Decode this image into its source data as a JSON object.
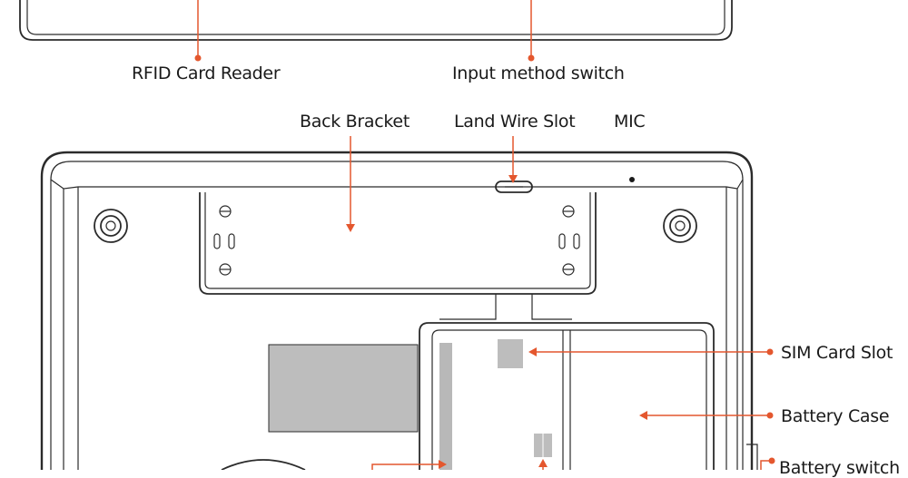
{
  "accent_color": "#e4572e",
  "labels": {
    "rfid_card_reader": "RFID Card Reader",
    "input_method_switch": "Input method switch",
    "back_bracket": "Back Bracket",
    "land_wire_slot": "Land Wire Slot",
    "mic": "MIC",
    "sim_card_slot": "SIM Card Slot",
    "battery_case": "Battery Case",
    "battery_switch": "Battery switch"
  }
}
